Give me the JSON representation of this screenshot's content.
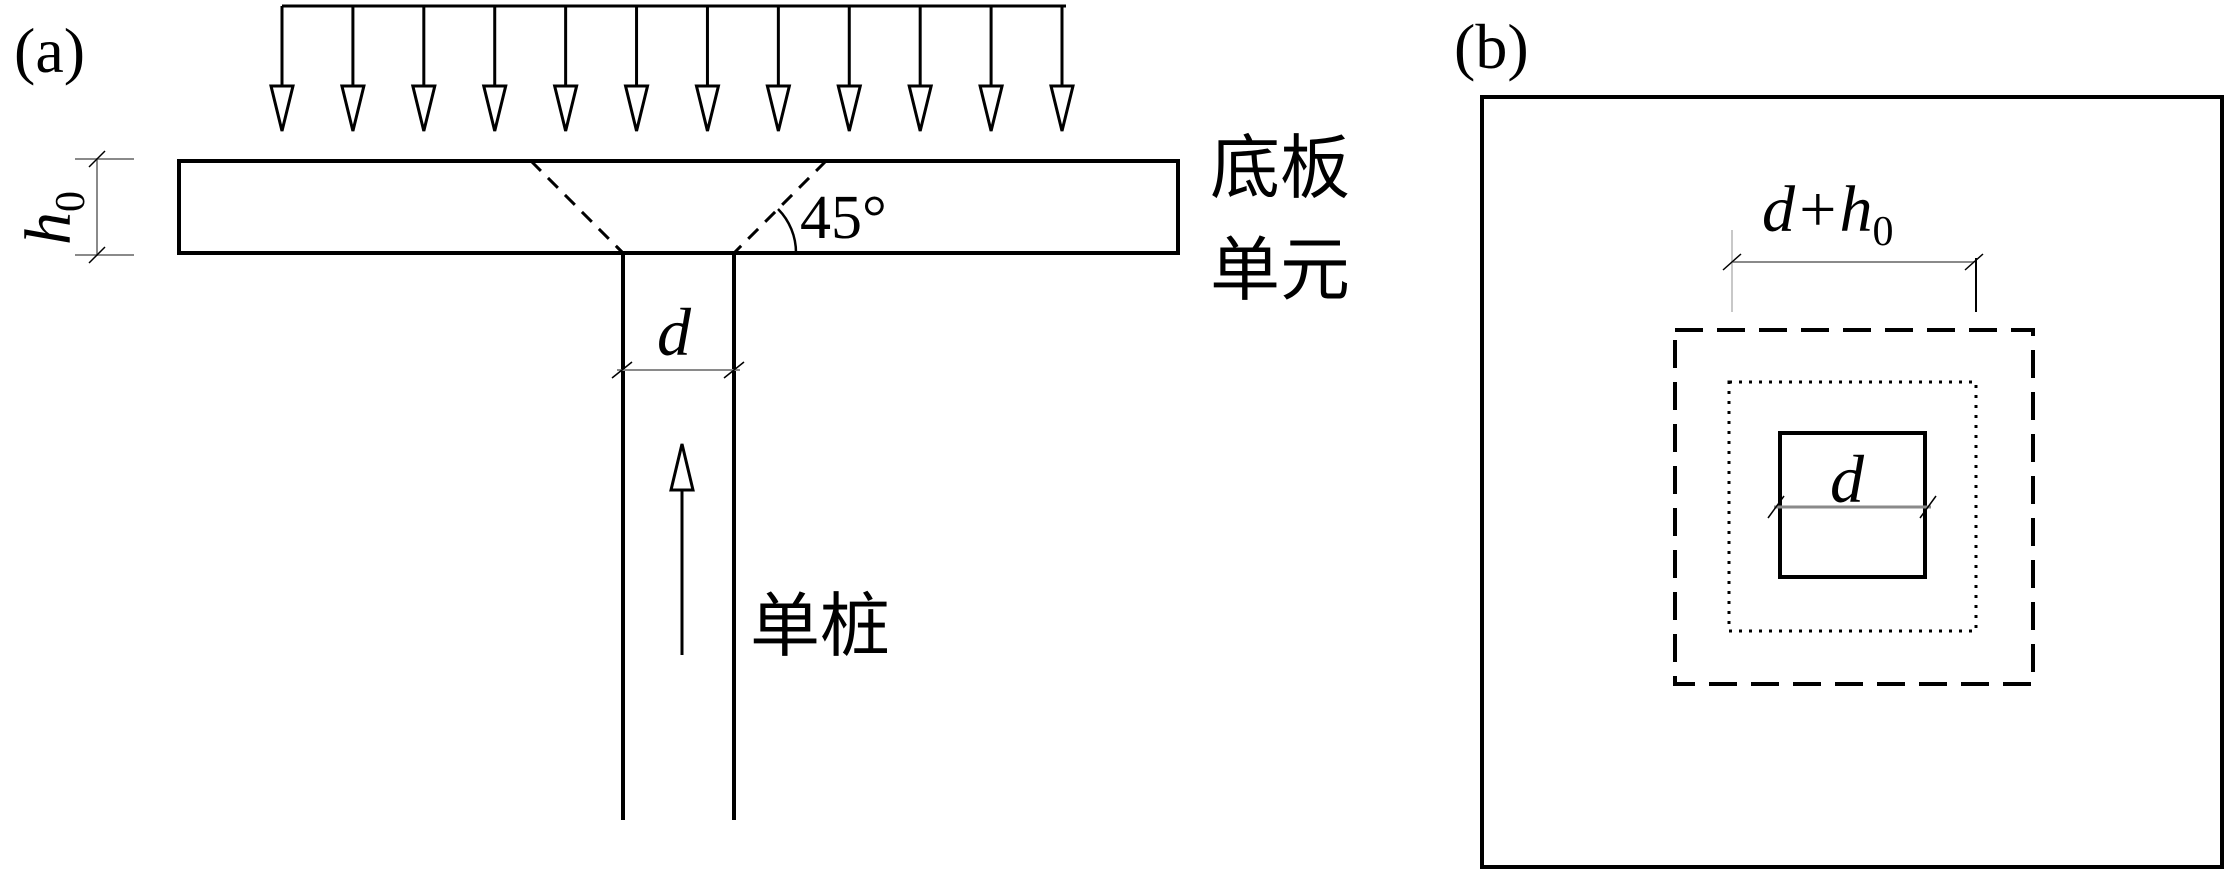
{
  "panel_a": {
    "label": "(a)",
    "thickness_label_main": "h",
    "thickness_label_sub": "0",
    "angle_label": "45°",
    "plate_label_line1": "底板",
    "plate_label_line2": "单元",
    "pile_dim_label": "d",
    "pile_label": "单桩",
    "load_arrow_count": 12
  },
  "panel_b": {
    "label": "(b)",
    "outer_dim_label_main": "d+h",
    "outer_dim_label_sub": "0",
    "inner_dim_label": "d"
  }
}
